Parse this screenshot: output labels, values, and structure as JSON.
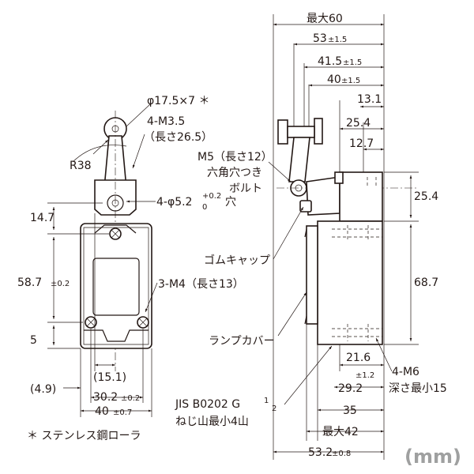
{
  "front_view": {
    "roller_note": "φ17.5×7 ＊",
    "tap_label": "4-M3.5",
    "tap_length": "（長さ26.5）",
    "radius": "R38",
    "holes_main": "4-φ5.2",
    "holes_tol_upper": "+0.2",
    "holes_tol_lower": "0",
    "holes_suffix": "穴",
    "dim_14_7": "14.7",
    "dim_58_7": "58.7",
    "dim_58_7_tol": "±0.2",
    "dim_5": "5",
    "mount_screws": "3-M4（長さ13）",
    "dim_15_1": "(15.1)",
    "dim_4_9": "(4.9)",
    "dim_30_2": "30.2",
    "dim_30_2_tol": "±0.2",
    "dim_40": "40",
    "dim_40_tol": "±0.7"
  },
  "side_view": {
    "max60": "最大60",
    "dim_53": "53",
    "dim_53_tol": "±1.5",
    "dim_41_5": "41.5",
    "dim_41_5_tol": "±1.5",
    "dim_40": "40",
    "dim_40_tol": "±1.5",
    "dim_13_1": "13.1",
    "dim_25_4_top": "25.4",
    "dim_12_7": "12.7",
    "m5_label": "M5（長さ12）",
    "hex_label": "六角穴つき",
    "bolt_label": "ボルト",
    "dim_25_4_right": "25.4",
    "rubber_cap": "ゴムキャップ",
    "dim_68_7": "68.7",
    "lamp_cover": "ランプカバー",
    "dim_21_6": "21.6",
    "dim_21_6_tol": "±1.2",
    "dim_29_2": "29.2",
    "m6_label": "4-M6",
    "m6_depth": "深さ最小15",
    "jis_label": "JIS B0202 G",
    "jis_frac_num": "1",
    "jis_frac_den": "2",
    "thread_note": "ねじ山最小4山",
    "dim_35": "35",
    "max42": "最大42",
    "dim_53_2": "53.2",
    "dim_53_2_tol": "±0.8"
  },
  "footnote": "＊ ステンレス鋼ローラ",
  "unit": "(mm)"
}
